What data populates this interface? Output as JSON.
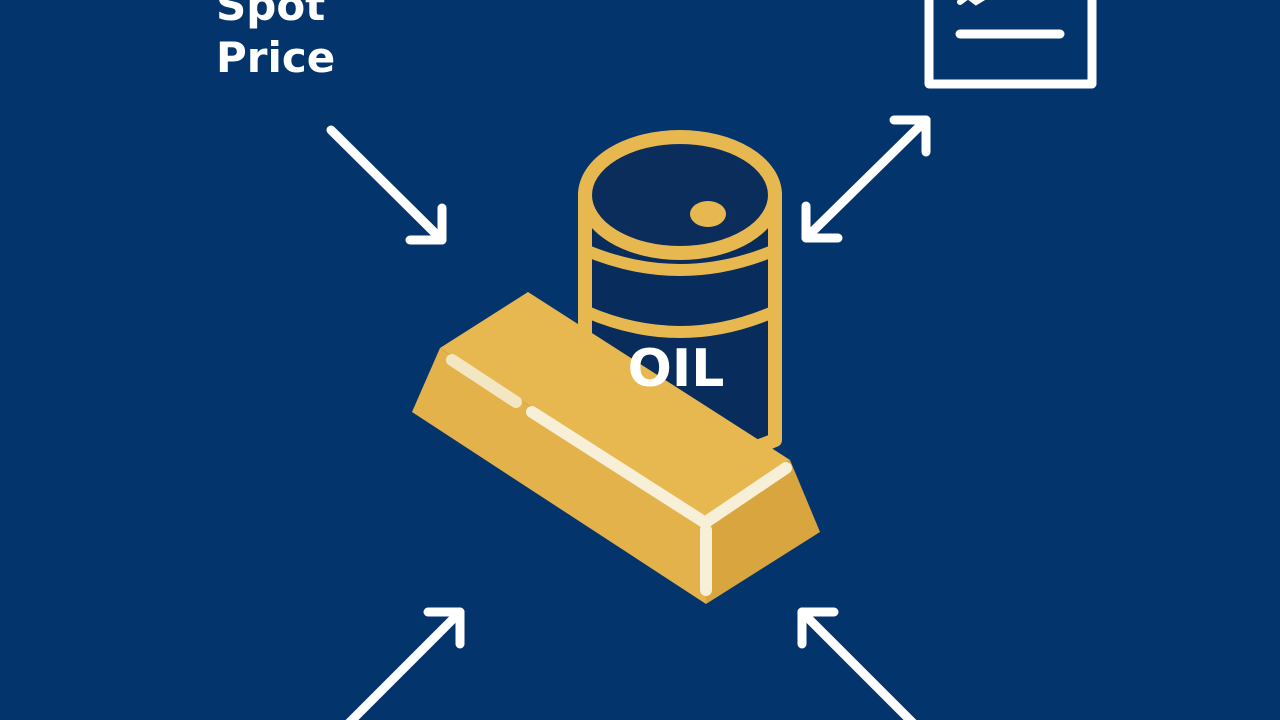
{
  "labels": {
    "spot_line1": "Spot",
    "spot_line2": "Price",
    "barrel_label": "OIL"
  },
  "icons": {
    "barrel": "oil-barrel-icon",
    "gold_bar": "gold-bar-icon",
    "chart": "document-chart-icon"
  },
  "colors": {
    "background": "#04346c",
    "gold": "#e7b84f",
    "gold_shadow": "#d7a43f",
    "barrel_fill": "#082c5c",
    "white": "#ffffff"
  }
}
